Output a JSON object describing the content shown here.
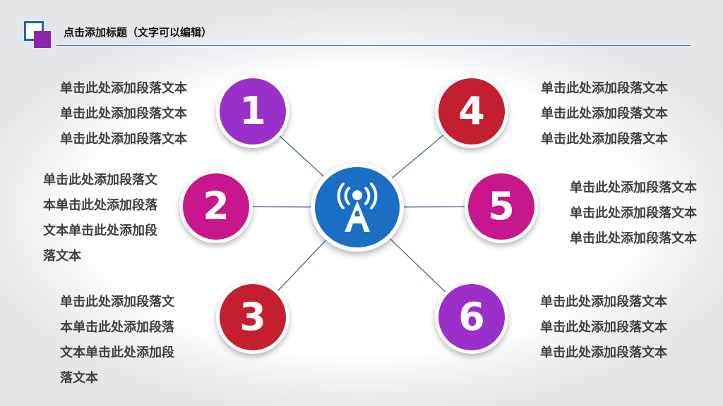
{
  "header": {
    "title": "点击添加标题（文字可以编辑）"
  },
  "colors": {
    "purple": "#9b2fc9",
    "magenta": "#c8168c",
    "red": "#c41f2e",
    "hub_blue": "#1a6fc4",
    "rule": "#4a7fb5"
  },
  "hub": {
    "icon": "signal-tower-icon"
  },
  "nodes": [
    {
      "label": "1",
      "lines": [
        "单击此处添加段落文本",
        "单击此处添加段落文本",
        "单击此处添加段落文本"
      ]
    },
    {
      "label": "2",
      "lines": [
        "单击此处添加段落文",
        "本单击此处添加段落",
        "文本单击此处添加段",
        "落文本"
      ]
    },
    {
      "label": "3",
      "lines": [
        "单击此处添加段落文",
        "本单击此处添加段落",
        "文本单击此处添加段",
        "落文本"
      ]
    },
    {
      "label": "4",
      "lines": [
        "单击此处添加段落文本",
        "单击此处添加段落文本",
        "单击此处添加段落文本"
      ]
    },
    {
      "label": "5",
      "lines": [
        "单击此处添加段落文本",
        "单击此处添加段落文本",
        "单击此处添加段落文本"
      ]
    },
    {
      "label": "6",
      "lines": [
        "单击此处添加段落文本",
        "单击此处添加段落文本",
        "单击此处添加段落文本"
      ]
    }
  ]
}
